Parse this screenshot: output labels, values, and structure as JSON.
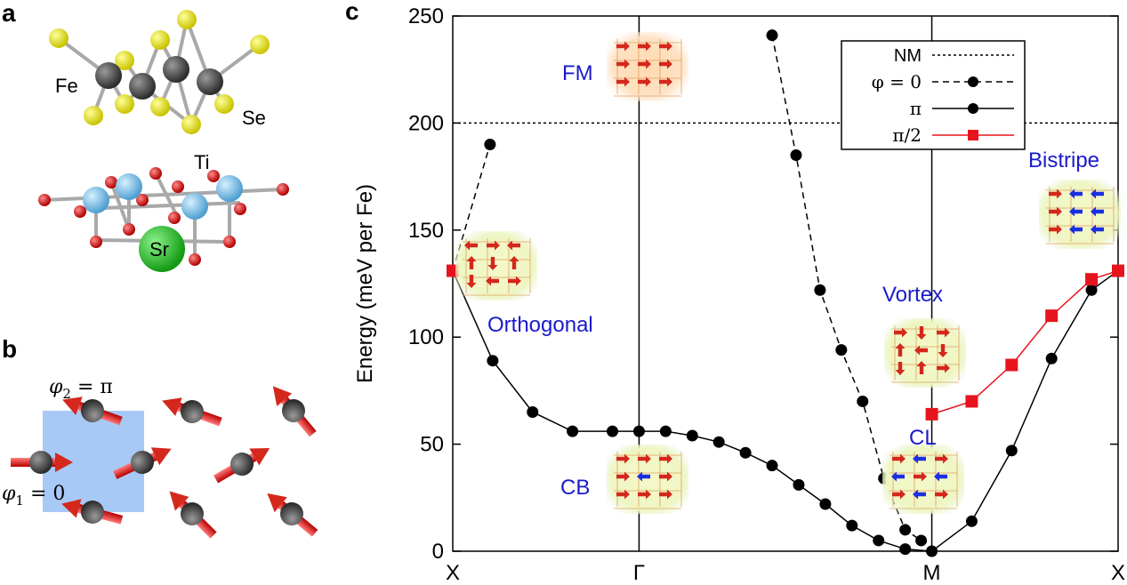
{
  "panels": {
    "a": {
      "letter": "a",
      "labels": {
        "fe": "Fe",
        "se": "Se",
        "ti": "Ti",
        "sr": "Sr"
      }
    },
    "b": {
      "letter": "b",
      "phi2_sym": "φ",
      "phi2_sub": "2",
      "phi2_rest": " = π",
      "phi1_sym": "φ",
      "phi1_sub": "1",
      "phi1_rest": " = 0"
    },
    "c": {
      "letter": "c"
    }
  },
  "chart_data": {
    "type": "line",
    "ylabel": "Energy (meV per Fe)",
    "xlabel": "",
    "ylim": [
      0,
      250
    ],
    "yticks": [
      0,
      50,
      100,
      150,
      200,
      250
    ],
    "xlim": [
      0,
      2.5
    ],
    "xticks": [
      {
        "pos": 0,
        "label": "X"
      },
      {
        "pos": 0.7,
        "label": "Γ"
      },
      {
        "pos": 1.8,
        "label": "M"
      },
      {
        "pos": 2.5,
        "label": "X"
      }
    ],
    "nm_level": 200,
    "legend": {
      "placement": "top-right",
      "entries": [
        {
          "label": "NM",
          "style": "dotted"
        },
        {
          "label": "φ = 0",
          "style": "dashed-dot"
        },
        {
          "label": "π",
          "style": "solid-dot"
        },
        {
          "label": "π/2",
          "style": "red-square"
        }
      ]
    },
    "series": [
      {
        "name": "NM",
        "style": "dotted",
        "color": "#000000",
        "x": [
          0,
          2.5
        ],
        "y": [
          200,
          200
        ]
      },
      {
        "name": "φ = 0",
        "style": "dashed",
        "color": "#000000",
        "segments": [
          {
            "x": [
              0.0,
              0.14
            ],
            "y": [
              131,
              190
            ]
          },
          {
            "x": [
              1.2,
              1.29,
              1.38,
              1.46,
              1.54,
              1.62,
              1.7,
              1.76
            ],
            "y": [
              241,
              185,
              122,
              94,
              70,
              34,
              10,
              5
            ]
          }
        ]
      },
      {
        "name": "π",
        "style": "solid",
        "color": "#000000",
        "x": [
          0.0,
          0.15,
          0.3,
          0.45,
          0.6,
          0.7,
          0.8,
          0.9,
          1.0,
          1.1,
          1.2,
          1.3,
          1.4,
          1.5,
          1.6,
          1.7,
          1.8,
          1.95,
          2.1,
          2.25,
          2.4,
          2.5
        ],
        "y": [
          131,
          89,
          65,
          56,
          56,
          56,
          56,
          54,
          51,
          46,
          40,
          31,
          22,
          12,
          5,
          1,
          0,
          14,
          47,
          90,
          122,
          131
        ]
      },
      {
        "name": "π/2",
        "style": "solid",
        "color": "#e8141d",
        "x": [
          0.0,
          1.8,
          1.95,
          2.1,
          2.25,
          2.4,
          2.5
        ],
        "y": [
          131,
          64,
          70,
          87,
          110,
          127,
          131
        ]
      }
    ],
    "annotations": [
      {
        "text": "FM"
      },
      {
        "text": "Orthogonal"
      },
      {
        "text": "CB"
      },
      {
        "text": "Vortex"
      },
      {
        "text": "CL"
      },
      {
        "text": "Bistripe"
      }
    ]
  }
}
